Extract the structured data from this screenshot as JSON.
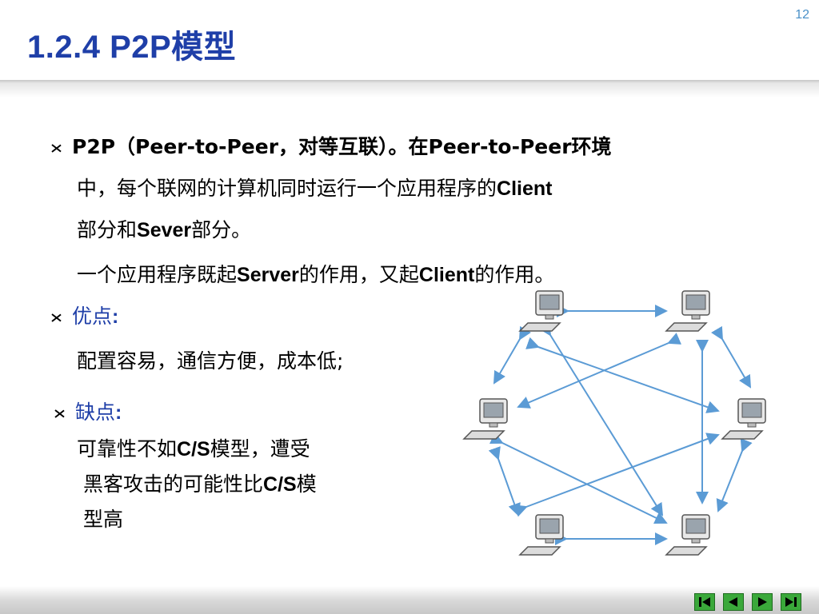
{
  "slide": {
    "number": "12",
    "title": "1.2.4  P2P模型"
  },
  "content": {
    "p1": {
      "part1": "P2P（Peer-to-Peer，对等互联）。在Peer-to-Peer环境",
      "part2": "中，每个联网的计算机同时运行一个应用程序的",
      "part3_latin": "Client",
      "part4": "部分和",
      "part5_latin": "Sever",
      "part6": "部分。"
    },
    "p1_sub": {
      "a": "一个应用程序既起",
      "b_latin": "Server",
      "c": "的作用，又起",
      "d_latin": "Client",
      "e": "的作用。"
    },
    "advantages": {
      "heading": "优点",
      "colon": ":",
      "text": "配置容易，通信方便，成本低;"
    },
    "disadvantages": {
      "heading": "缺点",
      "colon": ":",
      "line1_a": "可靠性不如",
      "line1_b": "C/S",
      "line1_c": "模型，遭受",
      "line2_a": "黑客攻击的可能性比",
      "line2_b": "C/S",
      "line2_c": "模",
      "line3": "型高"
    }
  },
  "colors": {
    "title": "#1f3fa8",
    "arrow": "#5b9bd5",
    "nav_button": "#3aa83a"
  },
  "network_diagram": {
    "node_icon": "computer-icon",
    "node_count": 6
  },
  "navigation": {
    "buttons": [
      "first-icon",
      "previous-icon",
      "next-icon",
      "last-icon"
    ]
  }
}
